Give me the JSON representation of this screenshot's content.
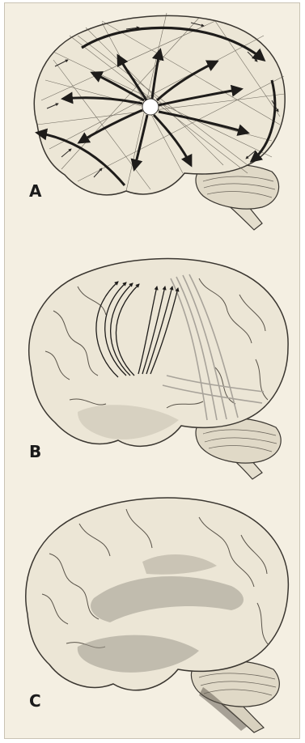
{
  "figure": {
    "panels": [
      {
        "label": "A"
      },
      {
        "label": "B"
      },
      {
        "label": "C"
      }
    ]
  },
  "colors": {
    "paper": "#f4efe2",
    "brain_fill": "#ece6d6",
    "brain_outline": "#3a3630",
    "sulci": "#5a544a",
    "arrows_dark": "#1e1c1a",
    "arrows_light": "#a8a39a",
    "shading": "#9e998e"
  }
}
